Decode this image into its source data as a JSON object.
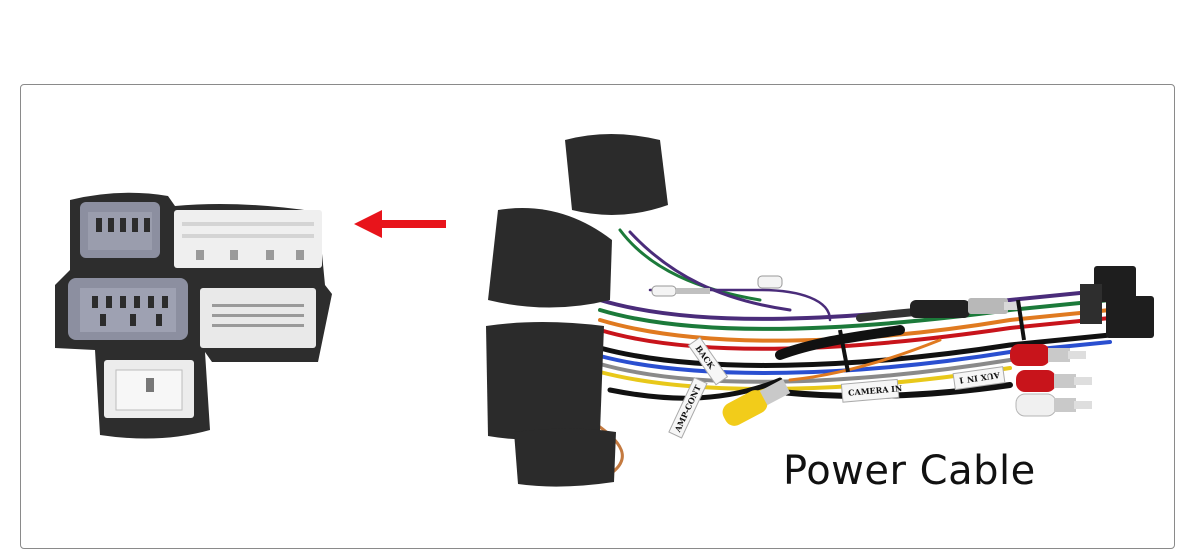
{
  "caption": "Power Cable",
  "tags": {
    "back": "BACK",
    "amp": "AMP-CONT",
    "camera": "CAMERA IN",
    "aux": "AUX IN 1"
  },
  "colors": {
    "foam": "#2b2b2b",
    "arrow": "#e8141b",
    "connector_gray": "#8c8fa0",
    "connector_white": "#eeeeee",
    "rca_red": "#c8141b",
    "rca_white": "#f0f0f0",
    "rca_yellow": "#f2cc1a"
  },
  "icons": {
    "arrow": "arrow-left-icon"
  }
}
